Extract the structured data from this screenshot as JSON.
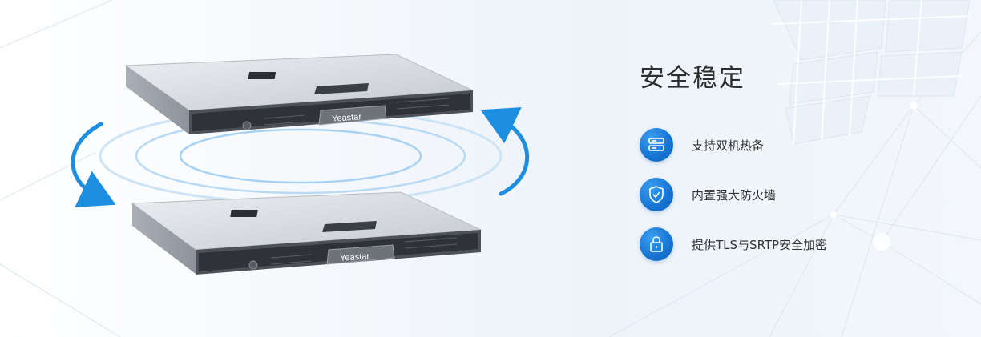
{
  "heading": "安全稳定",
  "features": [
    {
      "icon": "server-stack-icon",
      "label": "支持双机热备"
    },
    {
      "icon": "shield-check-icon",
      "label": "内置强大防火墙"
    },
    {
      "icon": "lock-icon",
      "label": "提供TLS与SRTP安全加密"
    }
  ],
  "brand": "Yeastar",
  "colors": {
    "accent": "#1673d2",
    "arrow": "#1e8fe0",
    "ring": "#a8d2f2"
  }
}
